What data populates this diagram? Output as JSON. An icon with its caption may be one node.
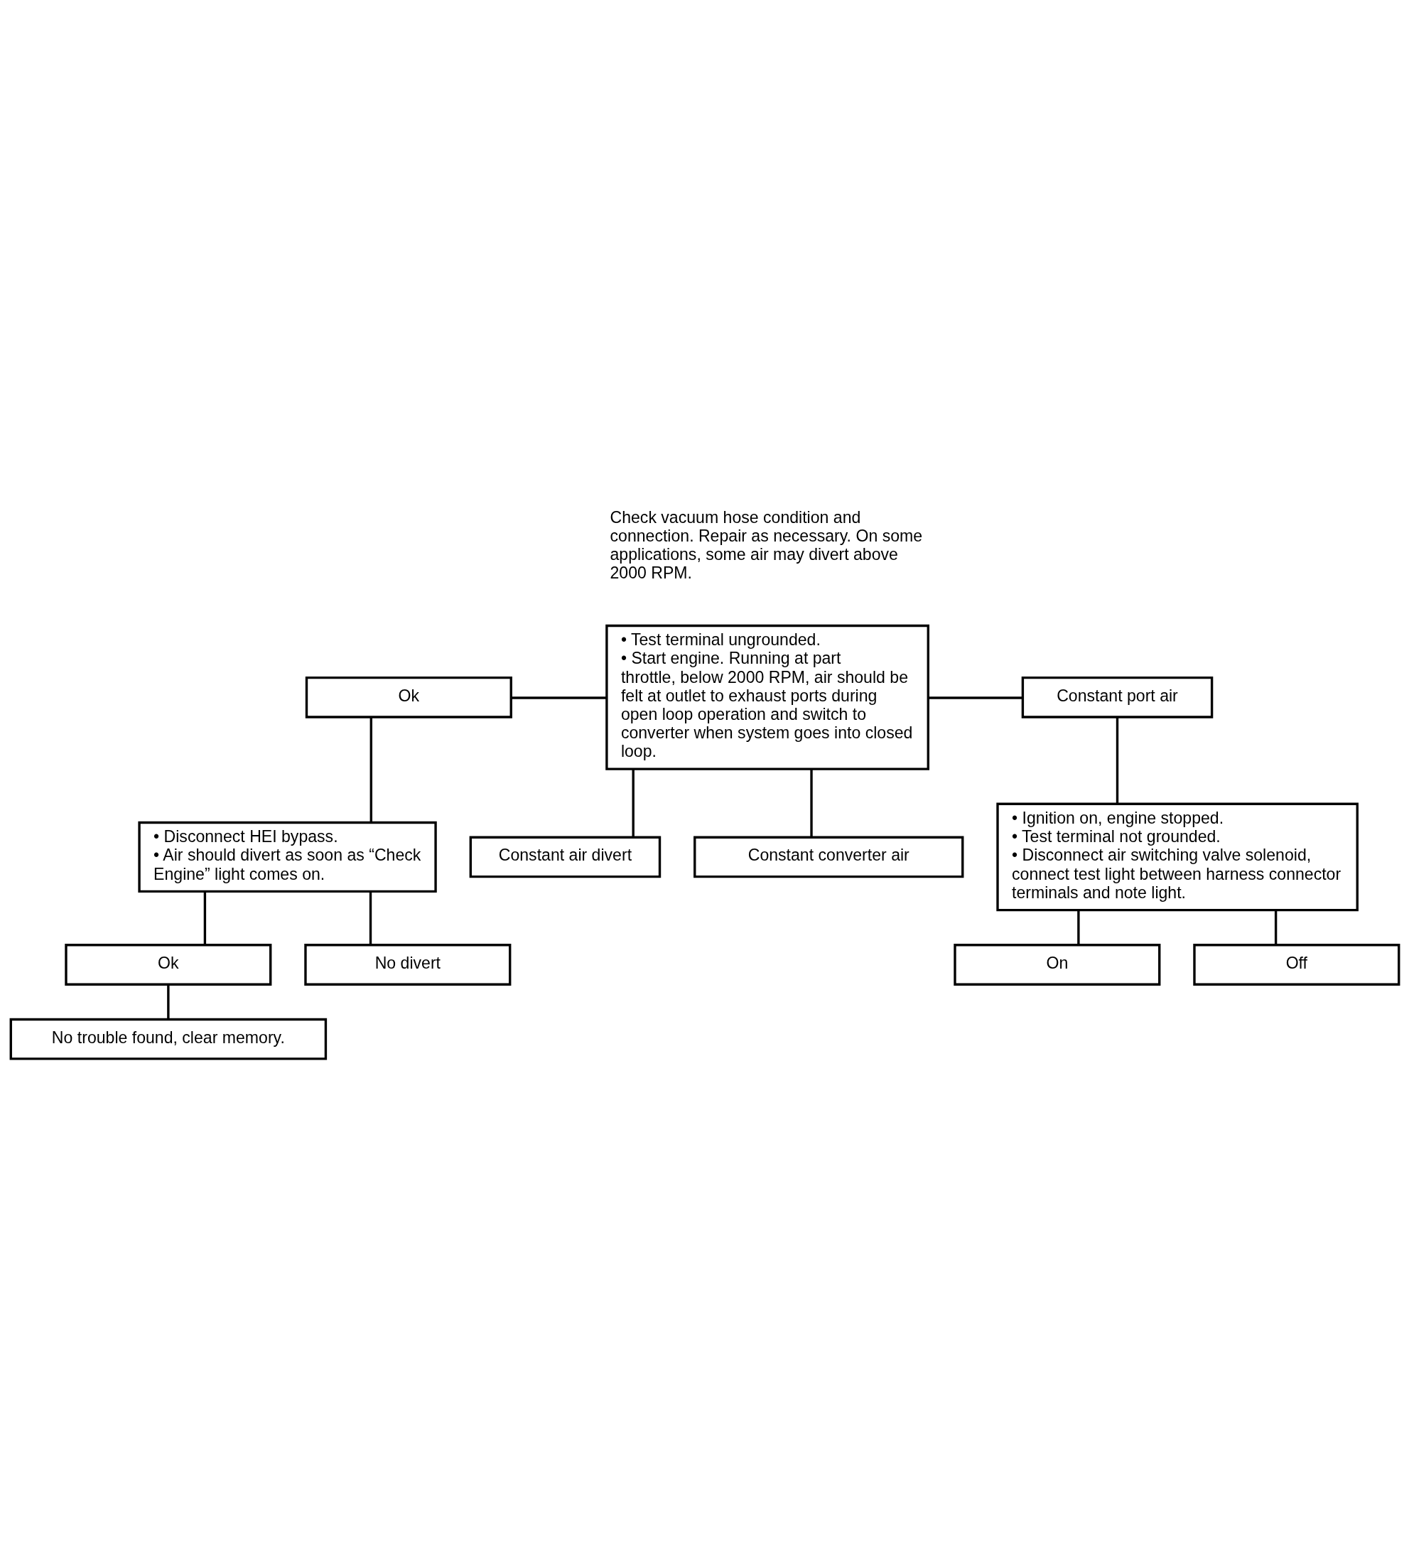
{
  "diagram": {
    "nodes": [
      {
        "text": [
          "• Test terminal ungrounded.",
          "• Start engine. Running at part throttle, below 2000 RPM, air should be felt at outlet to exhaust ports during open loop operation and switch to converter when system goes into closed loop."
        ]
      },
      {
        "text": [
          "Ok"
        ]
      },
      {
        "text": [
          "Constant port air"
        ]
      },
      {
        "text": [
          "• Disconnect HEI bypass.",
          "• Air should divert as soon as “Check Engine” light comes on."
        ]
      },
      {
        "text": [
          "• Ignition on, engine stopped.",
          "• Test terminal not grounded.",
          "• Disconnect air switching valve solenoid, connect test light between harness connector terminals and note light."
        ]
      },
      {
        "text": [
          "Ok"
        ]
      },
      {
        "text": [
          "No divert"
        ]
      },
      {
        "text": [
          "Constant air divert"
        ]
      },
      {
        "text": [
          "On"
        ]
      },
      {
        "text": [
          "Off"
        ]
      },
      {
        "text": [
          "No trouble found, clear memory."
        ]
      },
      {
        "text": [
          "Constant converter air"
        ]
      }
    ],
    "edges": [
      {
        "from": 1,
        "to": 0,
        "arrow": "none"
      },
      {
        "from": 0,
        "to": 2,
        "arrow": "none"
      },
      {
        "from": 1,
        "to": 3,
        "arrow": "none"
      },
      {
        "from": 2,
        "to": 4,
        "arrow": "none"
      },
      {
        "from": 3,
        "to": 5,
        "arrow": "none"
      },
      {
        "from": 3,
        "to": 6,
        "arrow": "none"
      },
      {
        "from": 0,
        "to": 7,
        "arrow": "none"
      },
      {
        "from": 0,
        "to": 11,
        "arrow": "none"
      },
      {
        "from": 4,
        "to": 8,
        "arrow": "none"
      },
      {
        "from": 4,
        "to": 9,
        "arrow": "none"
      },
      {
        "from": 5,
        "to": 10,
        "arrow": "none"
      }
    ],
    "labels": [
      "Check vacuum hose condition and connection. Repair as necessary. On some applications, some air may divert above 2000 RPM."
    ]
  }
}
